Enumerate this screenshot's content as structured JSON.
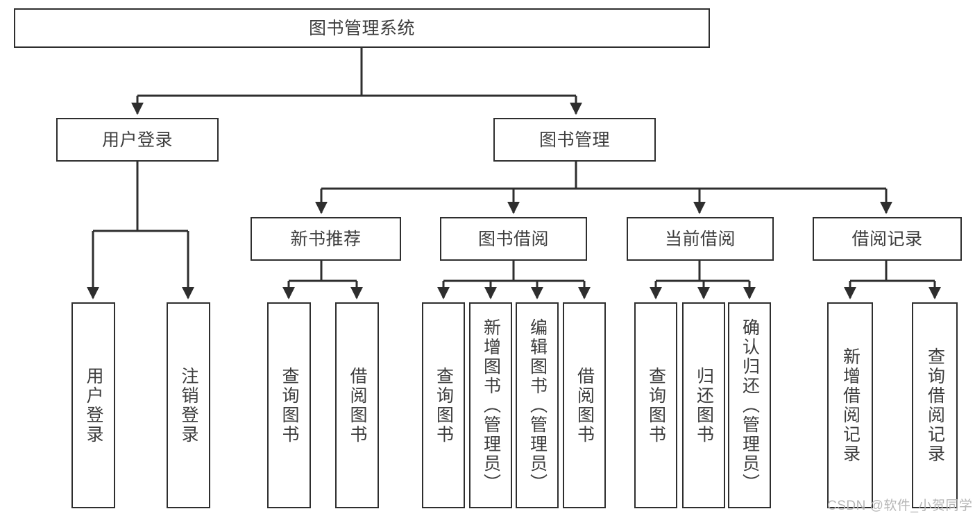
{
  "diagram": {
    "title_box": "图书管理系统",
    "level1": [
      {
        "key": "user_login",
        "label": "用户登录"
      },
      {
        "key": "book_manage",
        "label": "图书管理"
      }
    ],
    "level2": [
      {
        "key": "new_book_rec",
        "label": "新书推荐"
      },
      {
        "key": "book_borrow",
        "label": "图书借阅"
      },
      {
        "key": "current_borrow",
        "label": "当前借阅"
      },
      {
        "key": "borrow_record",
        "label": "借阅记录"
      }
    ],
    "leaves": {
      "user_login": [
        {
          "key": "leaf_user_login",
          "label": "用户登录"
        },
        {
          "key": "leaf_logout",
          "label": "注销登录"
        }
      ],
      "new_book_rec": [
        {
          "key": "leaf_query_book_1",
          "label": "查询图书"
        },
        {
          "key": "leaf_borrow_book_1",
          "label": "借阅图书"
        }
      ],
      "book_borrow": [
        {
          "key": "leaf_query_book_2",
          "label": "查询图书"
        },
        {
          "key": "leaf_add_book",
          "label": "新增图书（管理员）"
        },
        {
          "key": "leaf_edit_book",
          "label": "编辑图书（管理员）"
        },
        {
          "key": "leaf_borrow_book_2",
          "label": "借阅图书"
        }
      ],
      "current_borrow": [
        {
          "key": "leaf_query_book_3",
          "label": "查询图书"
        },
        {
          "key": "leaf_return_book",
          "label": "归还图书"
        },
        {
          "key": "leaf_confirm_return",
          "label": "确认归还（管理员）"
        }
      ],
      "borrow_record": [
        {
          "key": "leaf_add_record",
          "label": "新增借阅记录"
        },
        {
          "key": "leaf_query_record",
          "label": "查询借阅记录"
        }
      ]
    },
    "watermark": "CSDN @软件_小贺同学",
    "colors": {
      "border": "#2e2e2e",
      "text": "#3d3d3d",
      "background": "#ffffff",
      "watermark": "#b6b6b6"
    }
  }
}
